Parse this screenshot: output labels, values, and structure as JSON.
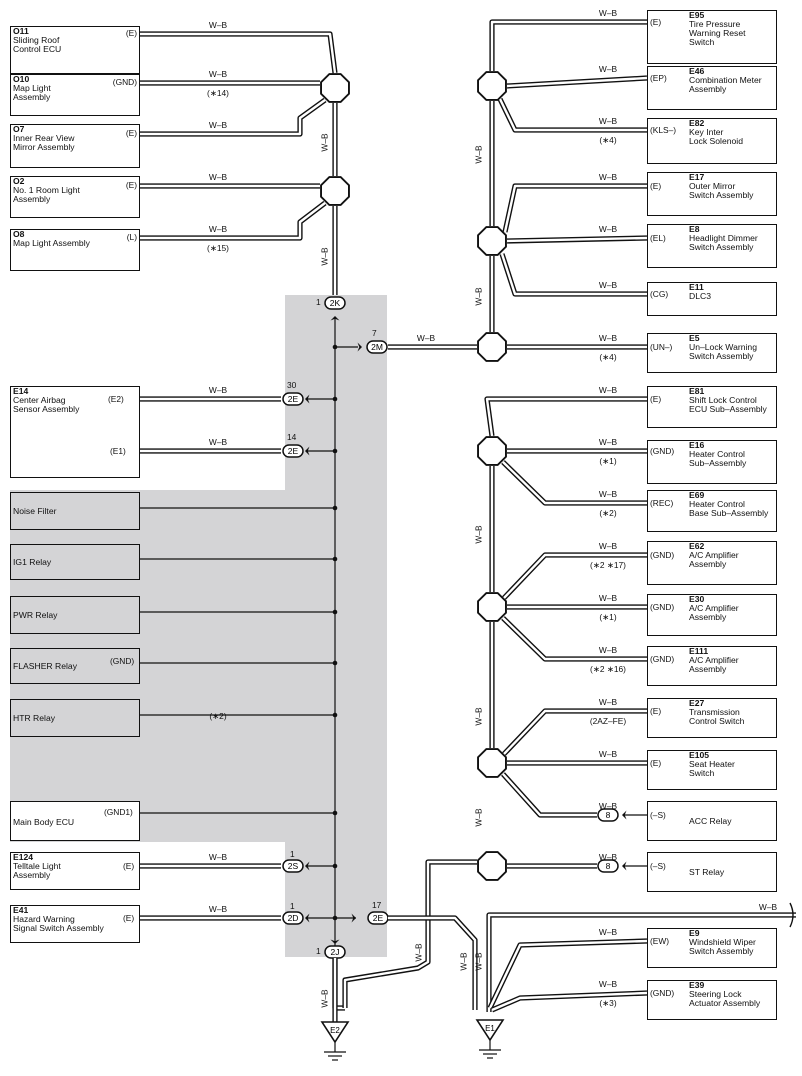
{
  "wire_color": "W–B",
  "left_components": [
    {
      "code": "O11",
      "name": "Sliding Roof\nControl ECU",
      "pin": "(E)"
    },
    {
      "code": "O10",
      "name": "Map Light\nAssembly",
      "pin": "(GND)",
      "note": "(∗14)"
    },
    {
      "code": "O7",
      "name": "Inner Rear View\nMirror Assembly",
      "pin": "(E)"
    },
    {
      "code": "O2",
      "name": "No. 1 Room Light\nAssembly",
      "pin": "(E)"
    },
    {
      "code": "O8",
      "name": "Map Light Assembly",
      "pin": "(L)",
      "note": "(∗15)"
    }
  ],
  "mid_components": [
    {
      "code": "E14",
      "name": "Center Airbag\nSensor Assembly",
      "pins": [
        "(E2)",
        "(E1)"
      ],
      "connector_pins": [
        "30",
        "14"
      ],
      "connector": "2E"
    }
  ],
  "relays": [
    {
      "name": "Noise Filter",
      "pin": ""
    },
    {
      "name": "IG1 Relay",
      "pin": ""
    },
    {
      "name": "PWR Relay",
      "pin": ""
    },
    {
      "name": "FLASHER Relay",
      "pin": "(GND)"
    },
    {
      "name": "HTR Relay",
      "pin": "",
      "note": "(∗2)"
    }
  ],
  "main_body": {
    "name": "Main Body ECU",
    "pin": "(GND1)"
  },
  "bottom_left": [
    {
      "code": "E124",
      "name": "Telltale Light\nAssembly",
      "pin": "(E)",
      "connector": "2S",
      "connector_pin": "1"
    },
    {
      "code": "E41",
      "name": "Hazard Warning\nSignal Switch Assembly",
      "pin": "(E)",
      "connector": "2D",
      "connector_pin": "1"
    }
  ],
  "junction_connectors": {
    "top": {
      "label": "2K",
      "pin": "1"
    },
    "right": {
      "label": "2M",
      "pin": "7"
    },
    "bottom_right": {
      "label": "2E",
      "pin": "17"
    },
    "bottom": {
      "label": "2J",
      "pin": "1"
    }
  },
  "right_components": [
    {
      "code": "E95",
      "name": "Tire Pressure\nWarning Reset\nSwitch",
      "pin": "(E)"
    },
    {
      "code": "E46",
      "name": "Combination Meter\nAssembly",
      "pin": "(EP)"
    },
    {
      "code": "E82",
      "name": "Key Inter\nLock Solenoid",
      "pin": "(KLS–)",
      "note": "(∗4)"
    },
    {
      "code": "E17",
      "name": "Outer Mirror\nSwitch Assembly",
      "pin": "(E)"
    },
    {
      "code": "E8",
      "name": "Headlight Dimmer\nSwitch Assembly",
      "pin": "(EL)"
    },
    {
      "code": "E11",
      "name": "DLC3",
      "pin": "(CG)"
    },
    {
      "code": "E5",
      "name": "Un–Lock Warning\nSwitch Assembly",
      "pin": "(UN–)",
      "note": "(∗4)"
    },
    {
      "code": "E81",
      "name": "Shift Lock Control\nECU Sub–Assembly",
      "pin": "(E)"
    },
    {
      "code": "E16",
      "name": "Heater Control\nSub–Assembly",
      "pin": "(GND)",
      "note": "(∗1)"
    },
    {
      "code": "E69",
      "name": "Heater Control\nBase Sub–Assembly",
      "pin": "(REC)",
      "note": "(∗2)"
    },
    {
      "code": "E62",
      "name": "A/C Amplifier\nAssembly",
      "pin": "(GND)",
      "note": "(∗2 ∗17)"
    },
    {
      "code": "E30",
      "name": "A/C Amplifier\nAssembly",
      "pin": "(GND)",
      "note": "(∗1)"
    },
    {
      "code": "E111",
      "name": "A/C Amplifier\nAssembly",
      "pin": "(GND)",
      "note": "(∗2 ∗16)"
    },
    {
      "code": "E27",
      "name": "Transmission\nControl Switch",
      "pin": "(E)",
      "note": "(2AZ–FE)"
    },
    {
      "code": "E105",
      "name": "Seat Heater\nSwitch",
      "pin": "(E)"
    },
    {
      "code": "",
      "name": "ACC Relay",
      "pin": "(–S)",
      "connector": "8"
    },
    {
      "code": "",
      "name": "ST Relay",
      "pin": "(–S)",
      "connector": "8"
    },
    {
      "code": "E9",
      "name": "Windshield Wiper\nSwitch Assembly",
      "pin": "(EW)"
    },
    {
      "code": "E39",
      "name": "Steering Lock\nActuator Assembly",
      "pin": "(GND)",
      "note": "(∗3)"
    }
  ],
  "grounds": [
    "E2",
    "E1"
  ]
}
